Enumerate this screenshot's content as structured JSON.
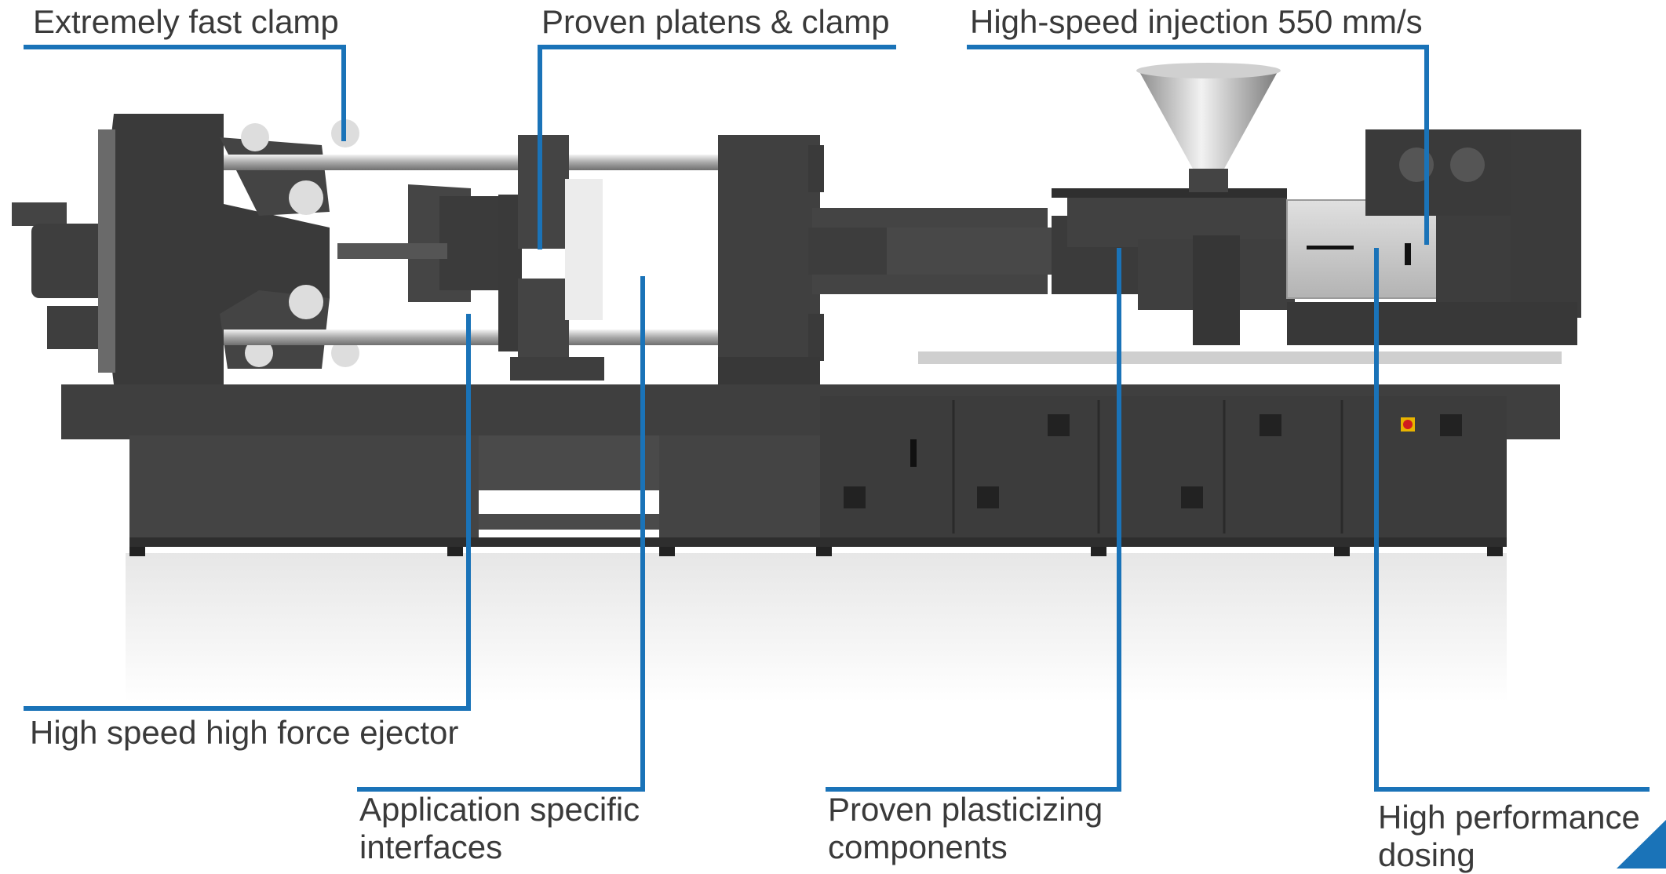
{
  "callouts": {
    "fast_clamp": "Extremely fast clamp",
    "platens": "Proven platens & clamp",
    "injection": "High-speed injection 550 mm/s",
    "ejector": "High speed high force ejector",
    "interfaces_1": "Application specific",
    "interfaces_2": "interfaces",
    "plasticizing_1": "Proven plasticizing",
    "plasticizing_2": "components",
    "dosing_1": "High performance",
    "dosing_2": "dosing"
  },
  "colors": {
    "accent_line": "#1a73b8",
    "machine_dark": "#3d3d3d",
    "machine_mid": "#4a4a4a",
    "cover_light": "#c9c9c9",
    "label_text": "#3a3a3a"
  }
}
